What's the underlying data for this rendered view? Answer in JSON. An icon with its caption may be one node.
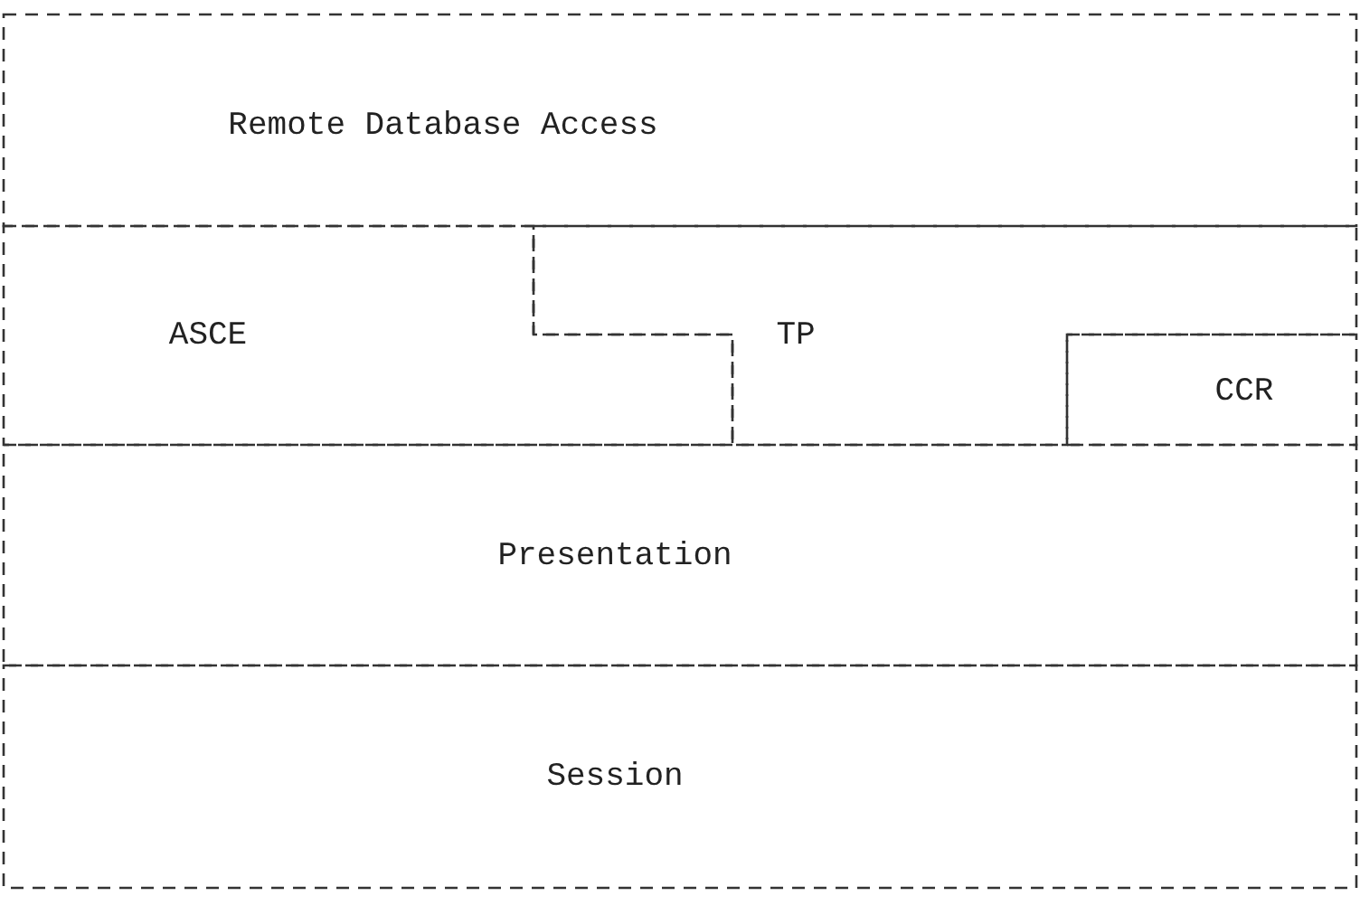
{
  "diagram": {
    "nodes": [
      {
        "text": [
          "Remote Database Access"
        ]
      },
      {
        "text": [
          "ASCE"
        ]
      },
      {
        "text": [
          "TP"
        ]
      },
      {
        "text": [
          "CCR"
        ]
      },
      {
        "text": [
          "Presentation"
        ]
      },
      {
        "text": [
          "Session"
        ]
      }
    ],
    "edges": []
  }
}
